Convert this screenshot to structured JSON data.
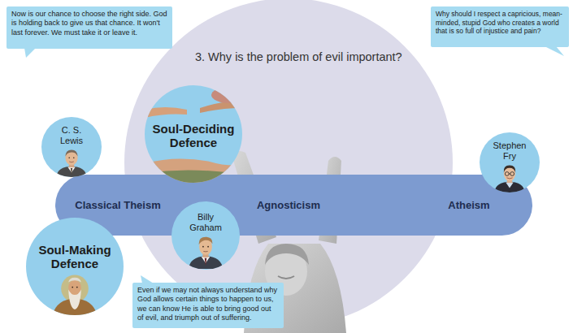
{
  "diagram": {
    "title": "3. Why is the problem of evil important?",
    "nodes": [
      {
        "text": [
          "Now is our chance to choose the right side. God is holding back to give us that chance. It won't last forever. We must take it or leave it."
        ]
      },
      {
        "text": [
          "Why should I respect a capricious, mean-minded, stupid God who creates a world that is so full of injustice and pain?"
        ]
      },
      {
        "text": [
          "Soul-Deciding Defence"
        ]
      },
      {
        "text": [
          "C. S. Lewis"
        ]
      },
      {
        "text": [
          "Stephen Fry"
        ]
      },
      {
        "text": [
          "Classical Theism",
          "Agnosticism",
          "Atheism"
        ]
      },
      {
        "text": [
          "Billy Graham"
        ]
      },
      {
        "text": [
          "Soul-Making Defence"
        ]
      },
      {
        "text": [
          "Even if we may not always understand why God allows certain things to happen to us, we can know He is able to bring good out of evil, and triumph out of suffering."
        ]
      }
    ]
  }
}
